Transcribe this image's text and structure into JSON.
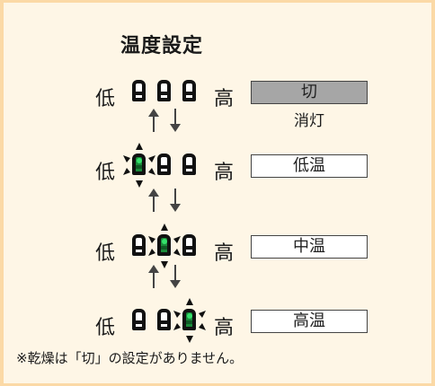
{
  "title": "温度設定",
  "labels": {
    "low": "低",
    "high": "高"
  },
  "levels": [
    {
      "mode": "切",
      "sub": "消灯",
      "lit_index": null,
      "box_style": "off"
    },
    {
      "mode": "低温",
      "sub": "",
      "lit_index": 0,
      "box_style": "normal"
    },
    {
      "mode": "中温",
      "sub": "",
      "lit_index": 1,
      "box_style": "normal"
    },
    {
      "mode": "高温",
      "sub": "",
      "lit_index": 2,
      "box_style": "normal"
    }
  ],
  "note": "※乾燥は「切」の設定がありません。",
  "colors": {
    "background_border": "#fbd9a6",
    "panel": "#fef6e6",
    "led_lit": "#1a8a3a",
    "off_box": "#a6a6a6"
  },
  "icons": {
    "arrow_up": "arrow-up-icon",
    "arrow_down": "arrow-down-icon",
    "led": "led-indicator-icon"
  }
}
